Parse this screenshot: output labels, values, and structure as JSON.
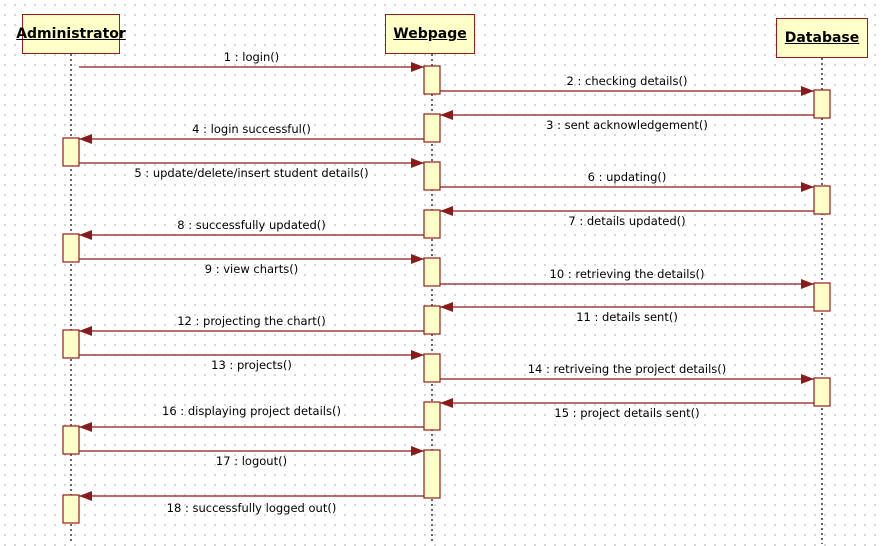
{
  "diagram": {
    "participants": [
      {
        "id": "admin",
        "name": "Administrator"
      },
      {
        "id": "web",
        "name": "Webpage"
      },
      {
        "id": "db",
        "name": "Database"
      }
    ],
    "messages": [
      {
        "from": "admin",
        "to": "web",
        "label": "1 : login()"
      },
      {
        "from": "web",
        "to": "db",
        "label": "2 : checking details()"
      },
      {
        "from": "db",
        "to": "web",
        "label": "3 : sent acknowledgement()"
      },
      {
        "from": "web",
        "to": "admin",
        "label": "4 : login successful()"
      },
      {
        "from": "admin",
        "to": "web",
        "label": "5 : update/delete/insert student details()"
      },
      {
        "from": "web",
        "to": "db",
        "label": "6 : updating()"
      },
      {
        "from": "db",
        "to": "web",
        "label": "7 : details updated()"
      },
      {
        "from": "web",
        "to": "admin",
        "label": "8 : successfully updated()"
      },
      {
        "from": "admin",
        "to": "web",
        "label": "9 : view charts()"
      },
      {
        "from": "web",
        "to": "db",
        "label": "10 : retrieving the details()"
      },
      {
        "from": "db",
        "to": "web",
        "label": "11 : details sent()"
      },
      {
        "from": "web",
        "to": "admin",
        "label": "12 : projecting the chart()"
      },
      {
        "from": "admin",
        "to": "web",
        "label": "13 : projects()"
      },
      {
        "from": "web",
        "to": "db",
        "label": "14 : retriveing the project details()"
      },
      {
        "from": "db",
        "to": "web",
        "label": "15 : project details sent()"
      },
      {
        "from": "web",
        "to": "admin",
        "label": "16 : displaying project details()"
      },
      {
        "from": "admin",
        "to": "web",
        "label": "17 : logout()"
      },
      {
        "from": "web",
        "to": "admin",
        "label": "18 : successfully logged out()"
      }
    ],
    "colors": {
      "arrow": "#8b1a1a",
      "activation_fill": "#ffffc8",
      "activation_stroke": "#9a1a1a",
      "lifeline": "#000000"
    }
  }
}
